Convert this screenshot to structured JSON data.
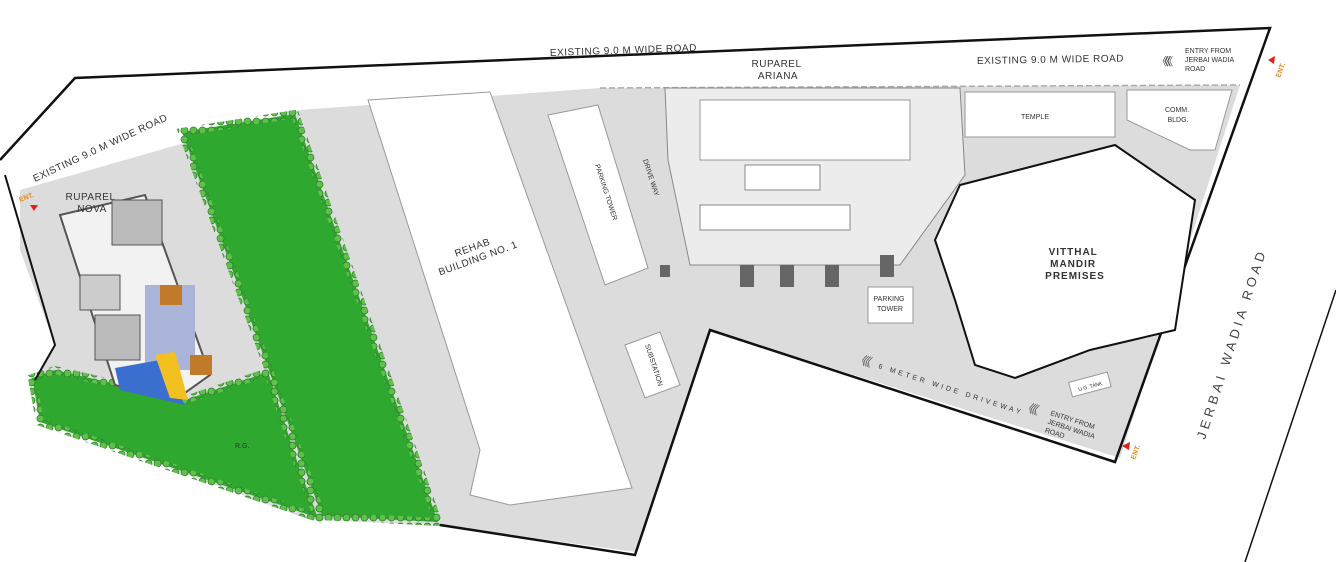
{
  "roads": {
    "top_left": "EXISTING 9.0 M WIDE ROAD",
    "top_right": "EXISTING 9.0 M WIDE ROAD",
    "left": "EXISTING 9.0 M WIDE ROAD",
    "jerbai": "JERBAI WADIA ROAD",
    "driveway": "6 METER WIDE DRIVEWAY",
    "drive_way_small": "DRIVE WAY"
  },
  "entries": {
    "top_entry": [
      "ENTRY FROM",
      "JERBAI WADIA",
      "ROAD"
    ],
    "bottom_entry": [
      "ENTRY FROM",
      "JERBAI WADIA",
      "ROAD"
    ],
    "ent": "ENT."
  },
  "buildings": {
    "ruparel_nova": [
      "RUPAREL",
      "NOVA"
    ],
    "ruparel_ariana": [
      "RUPAREL",
      "ARIANA"
    ],
    "rehab": [
      "REHAB",
      "BUILDING NO. 1"
    ],
    "parking_tower_1": "PARKING TOWER",
    "parking_tower_2": [
      "PARKING",
      "TOWER"
    ],
    "substation": "SUBSTATION",
    "temple": "TEMPLE",
    "comm_bldg": [
      "COMM.",
      "BLDG."
    ],
    "vitthal": [
      "VITTHAL",
      "MANDIR",
      "PREMISES"
    ],
    "ug_tank": "U.G. TANK",
    "rg": "R.G."
  },
  "colors": {
    "green": "#2fa82f",
    "paving": "#dcdcdc",
    "boundary": "#111111",
    "entry": "#e08a2a",
    "arrow": "#e0201a"
  }
}
